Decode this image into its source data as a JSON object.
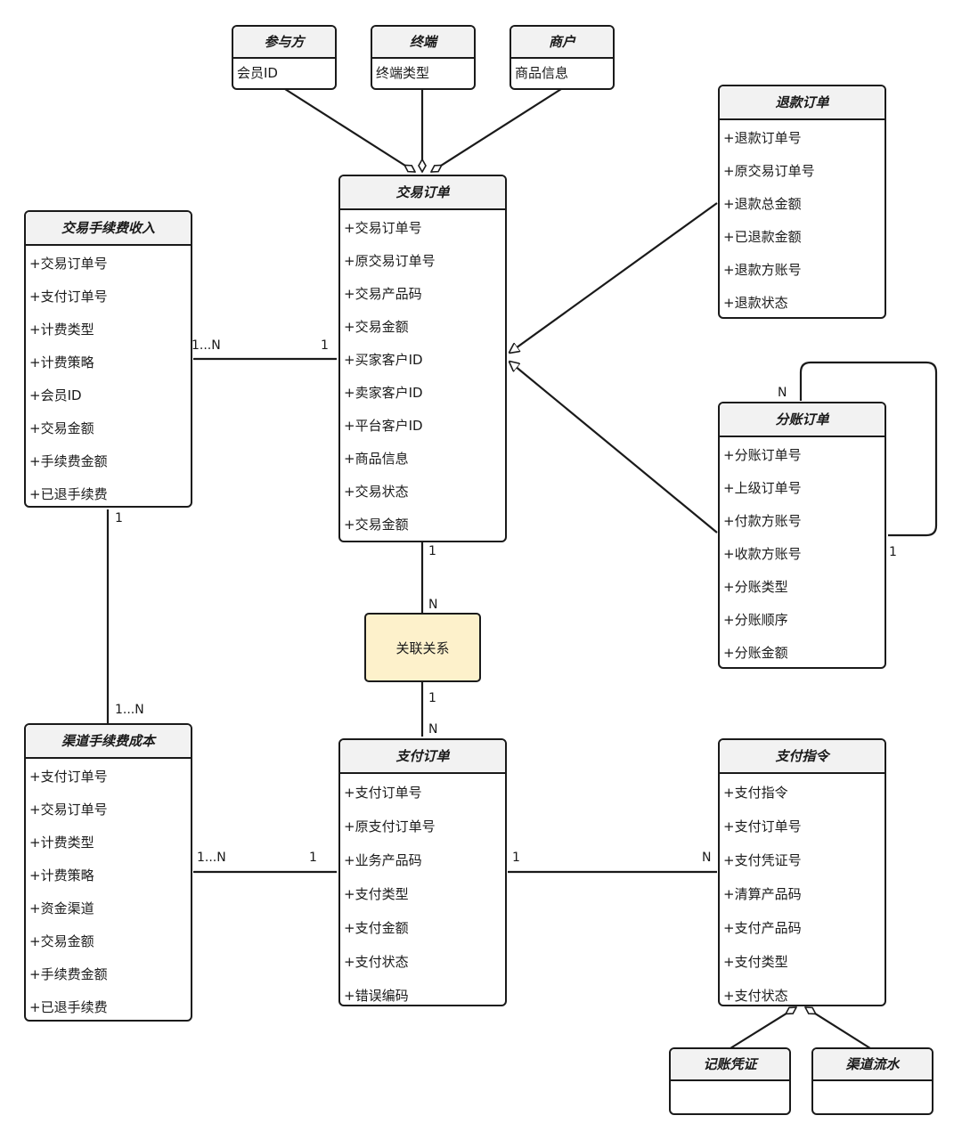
{
  "entities": {
    "participant": {
      "title": "参与方",
      "fields": [
        "会员ID"
      ]
    },
    "terminal": {
      "title": "终端",
      "fields": [
        "终端类型"
      ]
    },
    "merchant": {
      "title": "商户",
      "fields": [
        "商品信息"
      ]
    },
    "refund_order": {
      "title": "退款订单",
      "fields": [
        "+退款订单号",
        "+原交易订单号",
        "+退款总金额",
        "+已退款金额",
        "+退款方账号",
        "+退款状态"
      ]
    },
    "trade_order": {
      "title": "交易订单",
      "fields": [
        "+交易订单号",
        "+原交易订单号",
        "+交易产品码",
        "+交易金额",
        "+买家客户ID",
        "+卖家客户ID",
        "+平台客户ID",
        "+商品信息",
        "+交易状态",
        "+交易金额"
      ]
    },
    "fee_income": {
      "title": "交易手续费收入",
      "fields": [
        "+交易订单号",
        "+支付订单号",
        "+计费类型",
        "+计费策略",
        "+会员ID",
        "+交易金额",
        "+手续费金额",
        "+已退手续费"
      ]
    },
    "split_order": {
      "title": "分账订单",
      "fields": [
        "+分账订单号",
        "+上级订单号",
        "+付款方账号",
        "+收款方账号",
        "+分账类型",
        "+分账顺序",
        "+分账金额"
      ]
    },
    "relation": {
      "title": "关联关系"
    },
    "channel_fee": {
      "title": "渠道手续费成本",
      "fields": [
        "+支付订单号",
        "+交易订单号",
        "+计费类型",
        "+计费策略",
        "+资金渠道",
        "+交易金额",
        "+手续费金额",
        "+已退手续费"
      ]
    },
    "pay_order": {
      "title": "支付订单",
      "fields": [
        "+支付订单号",
        "+原支付订单号",
        "+业务产品码",
        "+支付类型",
        "+支付金额",
        "+支付状态",
        "+错误编码"
      ]
    },
    "pay_instruction": {
      "title": "支付指令",
      "fields": [
        "+支付指令",
        "+支付订单号",
        "+支付凭证号",
        "+清算产品码",
        "+支付产品码",
        "+支付类型",
        "+支付状态"
      ]
    },
    "voucher": {
      "title": "记账凭证",
      "fields": []
    },
    "channel_flow": {
      "title": "渠道流水",
      "fields": []
    }
  },
  "multiplicity": {
    "fee_trade_n": "1...N",
    "fee_trade_1": "1",
    "fee_channel_1": "1",
    "fee_channel_n": "1...N",
    "trade_rel_1": "1",
    "trade_rel_n": "N",
    "rel_pay_1": "1",
    "rel_pay_n": "N",
    "split_self_n": "N",
    "split_self_1": "1",
    "channel_pay_n": "1...N",
    "channel_pay_1": "1",
    "pay_instr_1": "1",
    "pay_instr_n": "N"
  }
}
